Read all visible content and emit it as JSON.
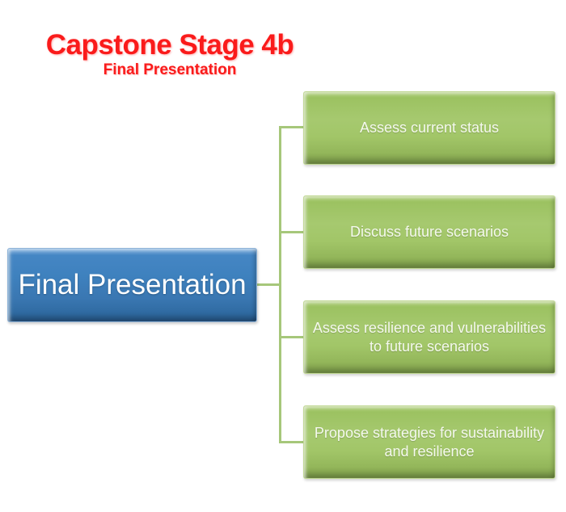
{
  "slide": {
    "title": "Capstone Stage 4b",
    "subtitle": "Final Presentation"
  },
  "diagram": {
    "root": {
      "label": "Final Presentation"
    },
    "branches": [
      {
        "label": "Assess current status"
      },
      {
        "label": "Discuss future scenarios"
      },
      {
        "label": "Assess resilience and vulnerabilities to future scenarios"
      },
      {
        "label": "Propose strategies for sustainability and resilience"
      }
    ]
  },
  "colors": {
    "title_red": "#fa1b1b",
    "root_blue": "#3c7fbc",
    "branch_green": "#9cc161",
    "connector_green": "#a6c77a",
    "background": "#ffffff"
  }
}
